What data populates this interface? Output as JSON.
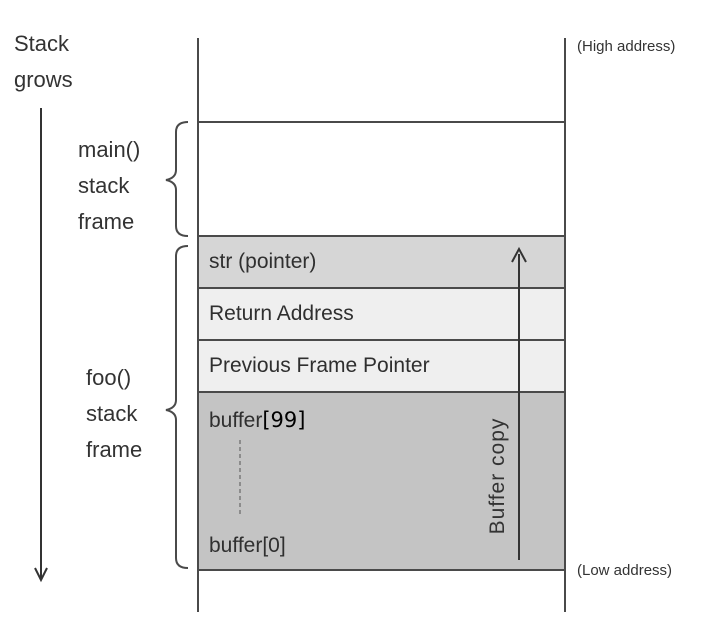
{
  "labels": {
    "stack_grows_line1": "Stack",
    "stack_grows_line2": "grows",
    "high_address": "(High address)",
    "low_address": "(Low address)",
    "main_frame": [
      "main()",
      "stack",
      "frame"
    ],
    "foo_frame": [
      "foo()",
      "stack",
      "frame"
    ]
  },
  "cells": {
    "str_pointer": "str (pointer)",
    "return_address": "Return Address",
    "prev_frame_pointer": "Previous Frame Pointer",
    "buffer_top": "buffer",
    "buffer_top_index": "[99]",
    "buffer_bottom": "buffer[0]"
  },
  "buffer_copy_label": "Buffer copy",
  "colors": {
    "str_cell": "#d6d6d6",
    "return_cell": "#efefef",
    "prev_cell": "#efefef",
    "buffer_cell": "#c4c4c4",
    "line": "#4a4a4a"
  }
}
